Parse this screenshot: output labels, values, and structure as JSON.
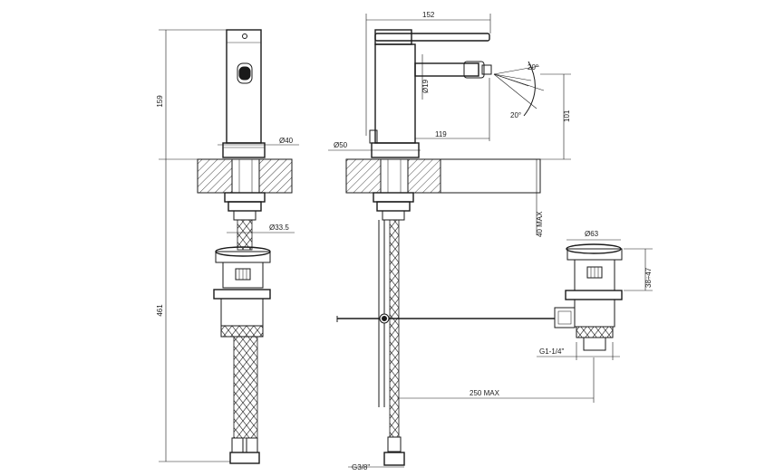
{
  "labels": {
    "h159": "159",
    "h461": "461",
    "d40": "Ø40",
    "d33_5": "Ø33.5",
    "w152": "152",
    "d19": "Ø19",
    "w119": "119",
    "d50": "Ø50",
    "a20_top": "20°",
    "a20_bottom": "20°",
    "h101": "101",
    "max40": "40 MAX",
    "d63": "Ø63",
    "range38_47": "38÷47",
    "g114": "G1-1/4\"",
    "max250": "250 MAX",
    "g38": "G3/8\""
  }
}
